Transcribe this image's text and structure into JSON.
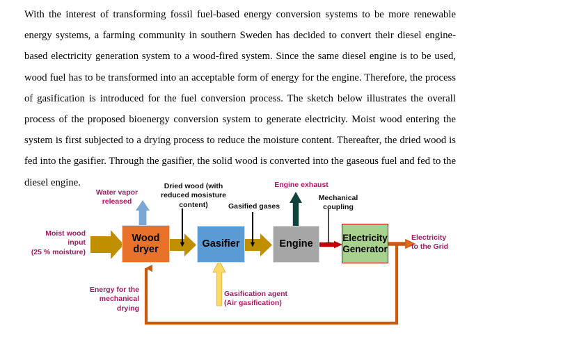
{
  "document": {
    "paragraph": "With the interest of transforming fossil fuel-based energy conversion systems to be more renewable energy systems, a farming community in southern Sweden has decided to convert their diesel engine-based electricity generation system to a wood-fired system. Since the same diesel engine is to be used, wood fuel has to be transformed into an acceptable form of energy for the engine. Therefore, the process of gasification is introduced for the fuel conversion process. The sketch below illustrates the overall process of the proposed bioenergy conversion system to generate electricity. Moist wood entering the system is first subjected to a drying process to reduce the moisture content. Thereafter, the dried wood is fed into the gasifier. Through the gasifier, the solid wood is converted into the gaseous fuel and fed to the diesel engine."
  },
  "diagram": {
    "boxes": [
      {
        "id": "wood-dryer",
        "label": "Wood\ndryer",
        "color": "#E8722A"
      },
      {
        "id": "gasifier",
        "label": "Gasifier",
        "color": "#5B9BD5"
      },
      {
        "id": "engine",
        "label": "Engine",
        "color": "#A6A6A6"
      },
      {
        "id": "generator",
        "label": "Electricity\nGenerator",
        "color": "#A9D18E"
      }
    ],
    "labels": {
      "moist_wood_input": "Moist wood\ninput\n(25 % moisture)",
      "water_vapor_released": "Water vapor\nreleased",
      "dried_wood": "Dried wood (with\nreduced mosisture\ncontent)",
      "gasified_gases": "Gasified gases",
      "engine_exhaust": "Engine exhaust",
      "mechanical_coupling": "Mechanical\ncoupling",
      "electricity_to_grid": "Electricity\nto the Grid",
      "energy_mechanical_drying": "Energy for the\nmechanical\ndrying",
      "gasification_agent": "Gasification agent\n(Air gasification)"
    },
    "colors": {
      "label_crimson": "#A51B5E",
      "label_black": "#111111",
      "wood_flow_arrow": "#BF8F00",
      "water_vapor_arrow": "#7BA7D7",
      "engine_exhaust_arrow": "#10433C",
      "mechanical_coupling_arrow": "#000000",
      "electric_arrow": "#C00000",
      "grid_feedback_line": "#C55A11",
      "gasification_agent_arrow": "#FFD966"
    }
  }
}
